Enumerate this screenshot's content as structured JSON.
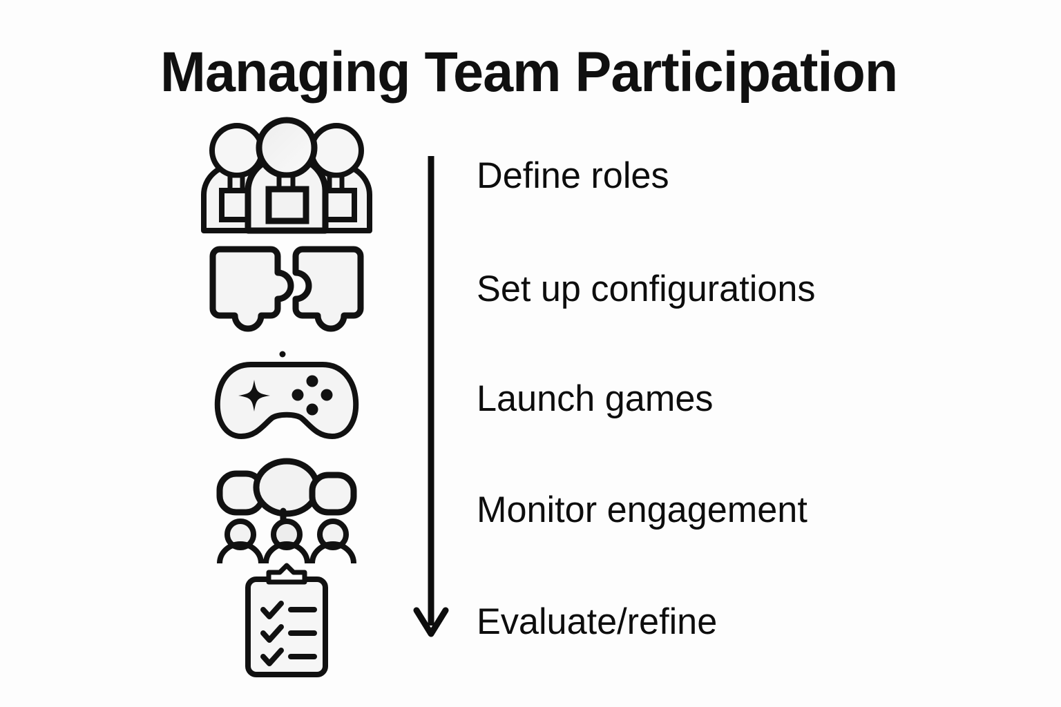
{
  "page": {
    "title": "Managing Team Participation",
    "background_color": "#fdfdfd",
    "ink_color": "#0d0d0d",
    "icon_fill_color": "#f4f4f4"
  },
  "flow": {
    "direction": "top-to-bottom",
    "arrow_name": "downward-process-arrow",
    "steps": [
      {
        "index": 1,
        "label": "Define roles",
        "icon": "team-group-icon",
        "icon_description": "three people with identification badges"
      },
      {
        "index": 2,
        "label": "Set up configurations",
        "icon": "puzzle-pieces-icon",
        "icon_description": "two interlocking jigsaw puzzle pieces"
      },
      {
        "index": 3,
        "label": "Launch games",
        "icon": "gamepad-icon",
        "icon_description": "game controller with star d-pad and four buttons"
      },
      {
        "index": 4,
        "label": "Monitor engagement",
        "icon": "people-speech-bubbles-icon",
        "icon_description": "three people with speech bubbles above them"
      },
      {
        "index": 5,
        "label": "Evaluate/refine",
        "icon": "clipboard-checklist-icon",
        "icon_description": "clipboard with three checked list items"
      }
    ]
  }
}
